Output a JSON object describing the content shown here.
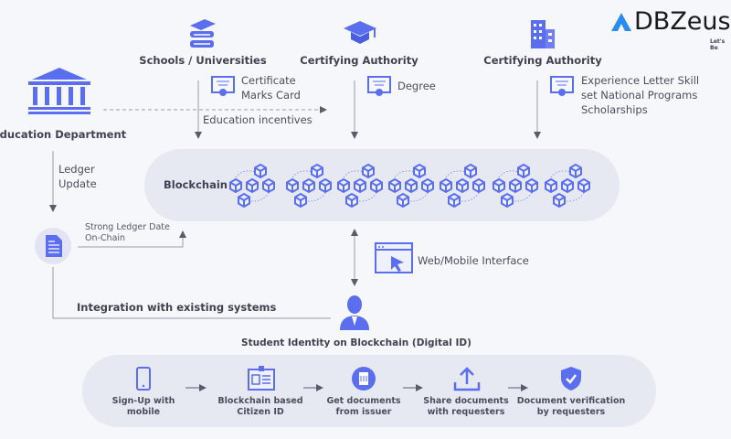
{
  "logo": {
    "text": "DBZeus",
    "tagline": "Let's Be"
  },
  "nodes": {
    "schools": {
      "label": "Schools / Universities",
      "icon": "books-icon",
      "docs": [
        "Certificate",
        "Marks Card"
      ]
    },
    "certifying1": {
      "label": "Certifying Authority",
      "icon": "graduation-cap-icon",
      "docs": [
        "Degree"
      ]
    },
    "certifying2": {
      "label": "Certifying Authority",
      "icon": "office-building-icon",
      "docs": [
        "Experience Letter Skill",
        "set National Programs",
        "Scholarships"
      ]
    },
    "education": {
      "label": "Education Department",
      "icon": "government-building-icon"
    }
  },
  "edges": {
    "education_incentives": "Education incentives",
    "ledger_update": [
      "Ledger",
      "Update"
    ],
    "strong_ledger": [
      "Strong Ledger Date",
      "On-Chain"
    ],
    "web_mobile": "Web/Mobile Interface",
    "integration": "Integration with existing systems"
  },
  "blockchain": {
    "label": "Blockchain",
    "cluster_count": 7
  },
  "student": {
    "label": "Student Identity on Blockchain (Digital ID)",
    "icon": "student-user-icon"
  },
  "steps": [
    {
      "label": [
        "Sign-Up with",
        "mobile"
      ],
      "icon": "mobile-phone-icon"
    },
    {
      "label": [
        "Blockchain based",
        "Citizen ID"
      ],
      "icon": "id-badge-icon"
    },
    {
      "label": [
        "Get documents",
        "from issuer"
      ],
      "icon": "document-circle-icon"
    },
    {
      "label": [
        "Share documents",
        "with requesters"
      ],
      "icon": "upload-icon"
    },
    {
      "label": [
        "Document verification",
        "by requesters"
      ],
      "icon": "shield-check-icon"
    }
  ],
  "colors": {
    "accent": "#5b6ef0",
    "logo_dark": "#1a1a1a",
    "logo_blue": "#2a8cf0",
    "line": "#9a9cab",
    "arrow": "#5a5c6e",
    "blob": "#e7e9f2"
  }
}
